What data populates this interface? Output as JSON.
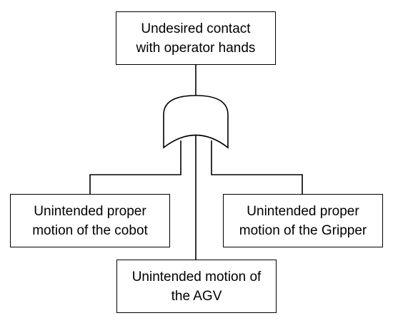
{
  "diagram": {
    "top_event": {
      "line1": "Undesired contact",
      "line2": "with operator hands"
    },
    "gate": {
      "icon": "or-gate-icon"
    },
    "events": {
      "cobot": {
        "line1": "Unintended proper",
        "line2": "motion of the cobot"
      },
      "gripper": {
        "line1": "Unintended proper",
        "line2": "motion of the Gripper"
      },
      "agv": {
        "line1": "Unintended motion of",
        "line2": "the AGV"
      }
    },
    "colors": {
      "stroke": "#000000",
      "fill": "#ffffff"
    }
  }
}
